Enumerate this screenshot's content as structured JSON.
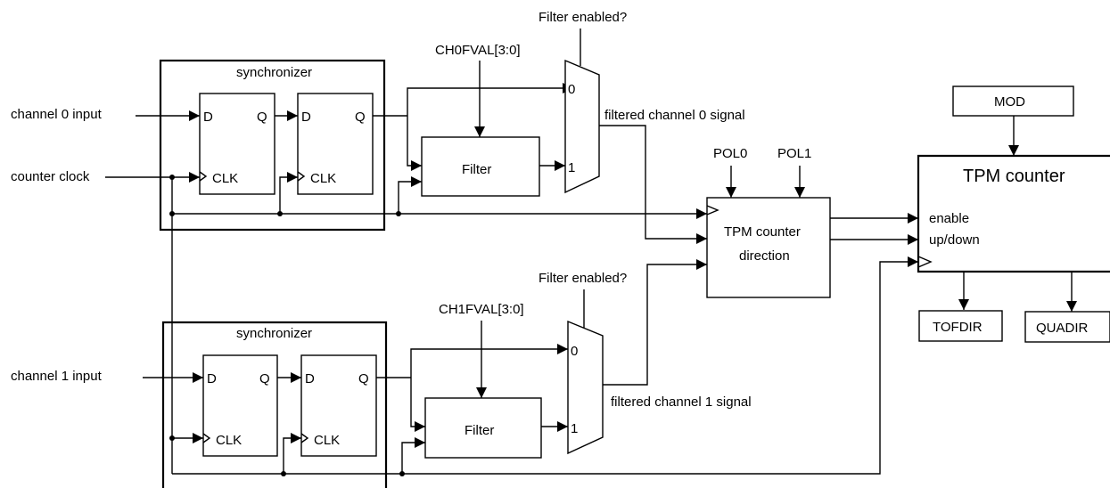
{
  "inputs": {
    "ch0": "channel 0 input",
    "ch1": "channel 1 input",
    "clock": "counter clock"
  },
  "synchronizer": {
    "title": "synchronizer",
    "ff_d": "D",
    "ff_q": "Q",
    "ff_clk": "CLK"
  },
  "filter": {
    "label": "Filter",
    "ch0_val": "CH0FVAL[3:0]",
    "ch1_val": "CH1FVAL[3:0]",
    "enabled": "Filter enabled?"
  },
  "mux": {
    "in0": "0",
    "in1": "1"
  },
  "signals": {
    "ch0_filtered": "filtered channel 0 signal",
    "ch1_filtered": "filtered channel 1 signal"
  },
  "direction": {
    "line1": "TPM counter",
    "line2": "direction",
    "pol0": "POL0",
    "pol1": "POL1"
  },
  "counter": {
    "title": "TPM counter",
    "enable": "enable",
    "updown": "up/down",
    "mod": "MOD",
    "tofdir": "TOFDIR",
    "quadir": "QUADIR"
  }
}
